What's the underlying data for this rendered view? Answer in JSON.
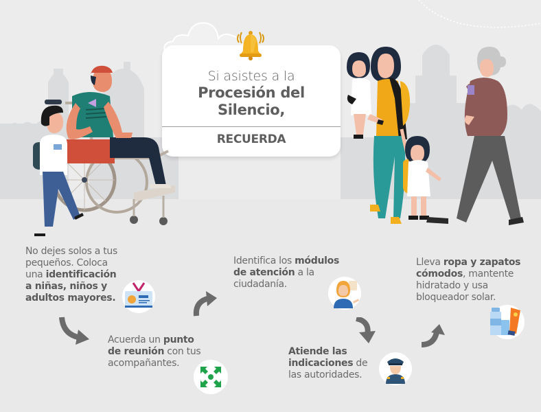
{
  "header": {
    "line1": "Si asistes a la",
    "line2a": "Procesión del",
    "line2b": "Silencio,",
    "line3": "RECUERDA",
    "bell_icon": "bell-icon"
  },
  "tips": [
    {
      "id": "identification",
      "parts": [
        {
          "text": "No dejes solos a tus",
          "bold": false
        },
        {
          "text": "pequeños. Coloca",
          "bold": false
        },
        {
          "text": "una ",
          "bold": false
        },
        {
          "text": "identificación",
          "bold": true
        },
        {
          "text": "a niñas, niños y",
          "bold": true
        },
        {
          "text": "adultos mayores.",
          "bold": true
        }
      ],
      "icon": "id-badge-icon"
    },
    {
      "id": "meeting-point",
      "parts": [
        {
          "text": "Acuerda un ",
          "bold": false
        },
        {
          "text": "punto",
          "bold": true
        },
        {
          "text": "de reunión",
          "bold": true
        },
        {
          "text": " con tus",
          "bold": false
        },
        {
          "text": "acompañantes.",
          "bold": false
        }
      ],
      "icon": "meeting-point-icon"
    },
    {
      "id": "attention-modules",
      "parts": [
        {
          "text": "Identifica los ",
          "bold": false
        },
        {
          "text": "módulos",
          "bold": true
        },
        {
          "text": "de atención",
          "bold": true
        },
        {
          "text": " a la",
          "bold": false
        },
        {
          "text": "ciudadanía.",
          "bold": false
        }
      ],
      "icon": "attendant-icon"
    },
    {
      "id": "authorities",
      "parts": [
        {
          "text": "Atiende las",
          "bold": true
        },
        {
          "text": "indicaciones",
          "bold": true
        },
        {
          "text": " de",
          "bold": false
        },
        {
          "text": "las autoridades.",
          "bold": false
        }
      ],
      "icon": "police-officer-icon"
    },
    {
      "id": "comfort",
      "parts": [
        {
          "text": "Lleva ",
          "bold": false
        },
        {
          "text": "ropa y zapatos",
          "bold": true
        },
        {
          "text": "cómodos",
          "bold": true
        },
        {
          "text": ", mantente",
          "bold": false
        },
        {
          "text": "hidratado y usa",
          "bold": false
        },
        {
          "text": "bloqueador solar.",
          "bold": false
        }
      ],
      "icon": "water-sunscreen-icon"
    }
  ],
  "colors": {
    "background": "#e9e9e9",
    "skyline": "#d9dbdd",
    "text": "#6b6b6b",
    "arrow": "#6b6b6b",
    "bell": "#f2b01e",
    "meeting_green": "#1fa34a"
  }
}
